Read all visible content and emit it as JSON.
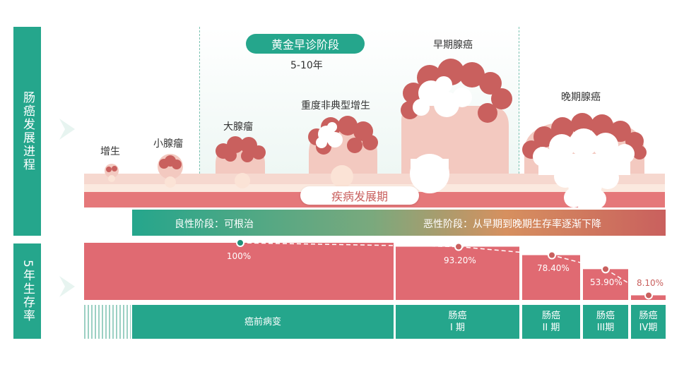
{
  "left_labels": {
    "progression": "肠癌发展进程",
    "survival": "5年生存率"
  },
  "window": {
    "title": "黄金早诊阶段",
    "range": "5-10年"
  },
  "lesions": {
    "hyperplasia": "增生",
    "small_adenoma": "小腺瘤",
    "large_adenoma": "大腺瘤",
    "dysplasia": "重度非典型增生",
    "early_cancer": "早期腺癌",
    "late_cancer": "晚期腺癌"
  },
  "period_label": "疾病发展期",
  "stage_bar": {
    "benign": "良性阶段：可根治",
    "malignant": "恶性阶段：从早期到晚期生存率逐渐下降"
  },
  "chart_data": {
    "type": "bar",
    "categories": [
      "癌前病变",
      "肠癌\nI期",
      "肠癌\nII期",
      "肠癌\nIII期",
      "肠癌\nIV期"
    ],
    "values": [
      100,
      93.2,
      78.4,
      53.9,
      8.1
    ],
    "value_labels": [
      "100%",
      "93.20%",
      "78.40%",
      "53.90%",
      "8.10%"
    ],
    "ylim": [
      0,
      100
    ]
  },
  "stages": {
    "precancer": "癌前病变",
    "s1_line1": "肠癌",
    "s1_line2": "I 期",
    "s2_line1": "肠癌",
    "s2_line2": "II 期",
    "s3_line1": "肠癌",
    "s3_line2": "III期",
    "s4_line1": "肠癌",
    "s4_line2": "IV期"
  },
  "colors": {
    "teal": "#25a68c",
    "red": "#c9605e",
    "pink": "#e5787a",
    "tissue_light": "#f6d8cf"
  }
}
